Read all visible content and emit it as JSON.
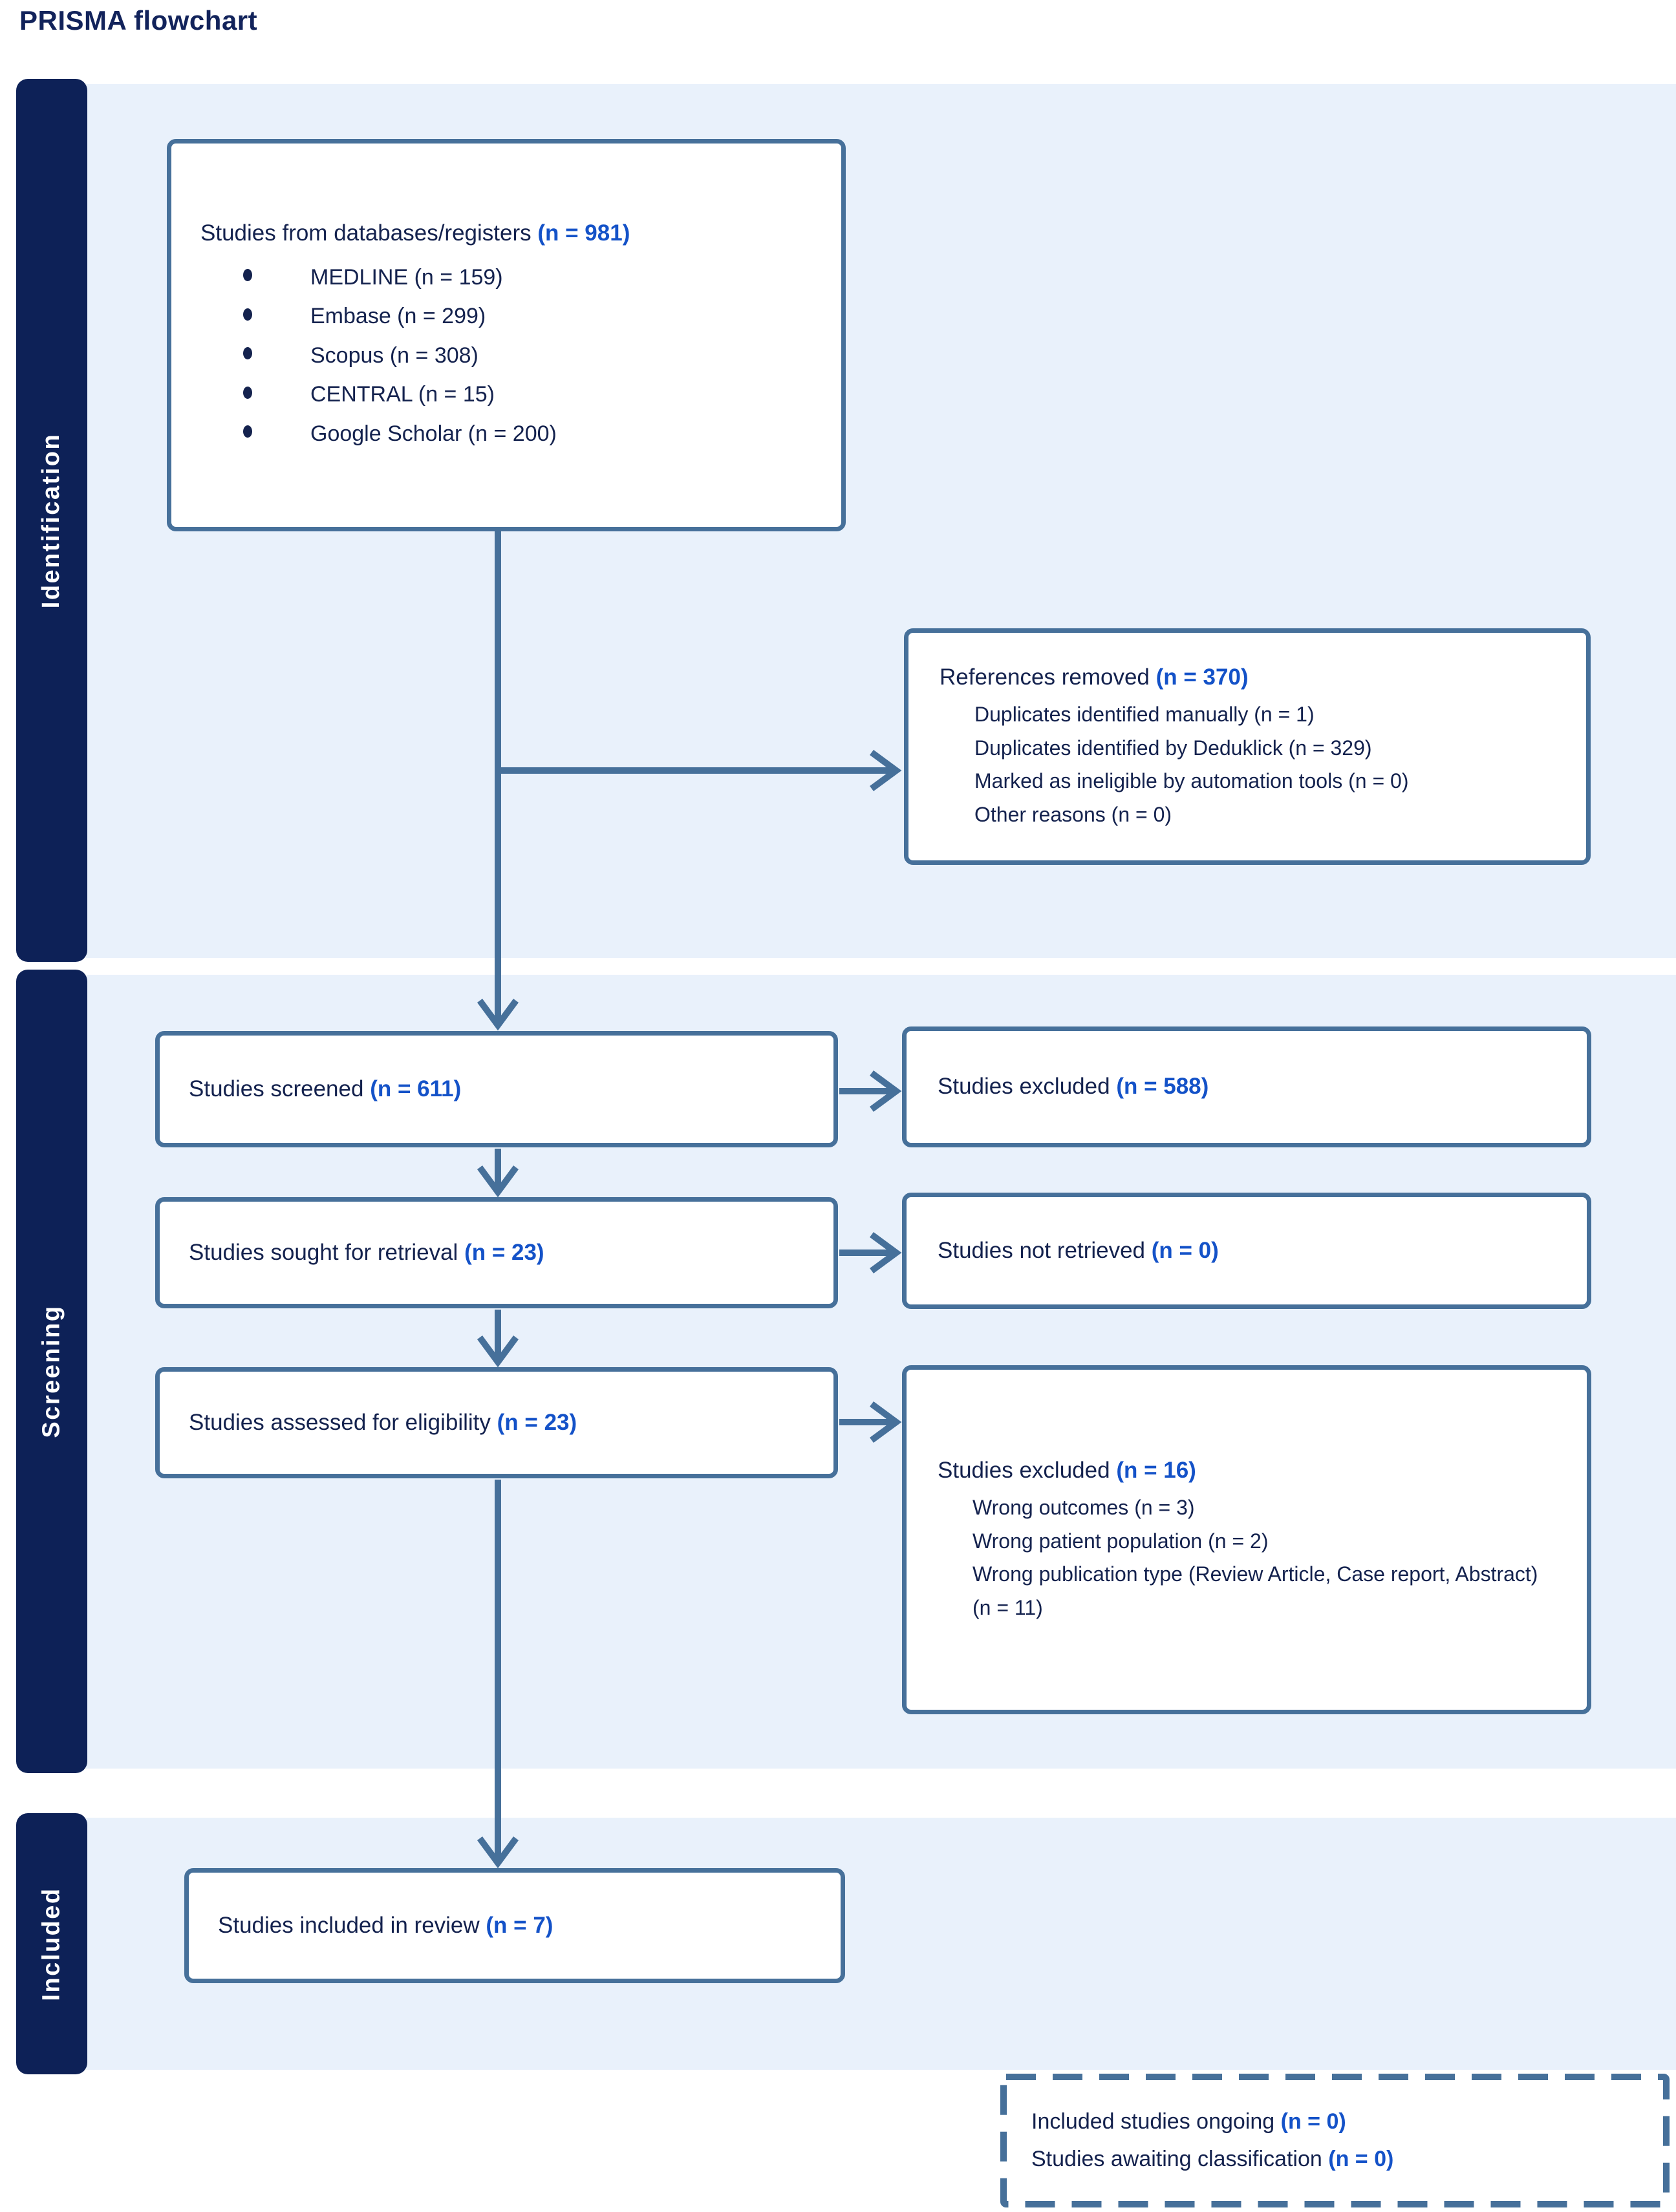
{
  "title": "PRISMA flowchart",
  "colors": {
    "sidebar_navy": "#0d2157",
    "band_blue": "#e9f1fb",
    "border_steel": "#46709a",
    "highlight_blue": "#1452c8",
    "text_navy": "#14224e"
  },
  "sidebar": {
    "identification": "Identification",
    "screening": "Screening",
    "included": "Included"
  },
  "boxes": {
    "sources": {
      "label": "Studies from databases/registers",
      "n": "(n = 981)",
      "items": [
        "MEDLINE (n = 159)",
        "Embase (n = 299)",
        "Scopus (n = 308)",
        "CENTRAL (n = 15)",
        "Google Scholar (n = 200)"
      ]
    },
    "removed": {
      "label": "References removed",
      "n": "(n = 370)",
      "items": [
        "Duplicates identified manually (n = 1)",
        "Duplicates identified by Deduklick (n = 329)",
        "Marked as ineligible by automation tools (n = 0)",
        "Other reasons (n = 0)"
      ]
    },
    "screened": {
      "label": "Studies screened",
      "n": "(n = 611)"
    },
    "excluded_screening": {
      "label": "Studies excluded",
      "n": "(n = 588)"
    },
    "sought": {
      "label": "Studies sought for retrieval",
      "n": "(n = 23)"
    },
    "not_retrieved": {
      "label": "Studies not retrieved",
      "n": "(n = 0)"
    },
    "assessed": {
      "label": "Studies assessed for eligibility",
      "n": "(n = 23)"
    },
    "excluded_eligibility": {
      "label": "Studies excluded",
      "n": "(n = 16)",
      "items": [
        "Wrong outcomes (n = 3)",
        "Wrong patient population (n = 2)",
        "Wrong publication type (Review Article, Case report, Abstract) (n = 11)"
      ]
    },
    "included": {
      "label": "Studies included in review",
      "n": "(n = 7)"
    },
    "ongoing": {
      "lines": [
        {
          "label": "Included studies ongoing",
          "n": "(n = 0)"
        },
        {
          "label": "Studies awaiting classification",
          "n": "(n = 0)"
        }
      ]
    }
  }
}
